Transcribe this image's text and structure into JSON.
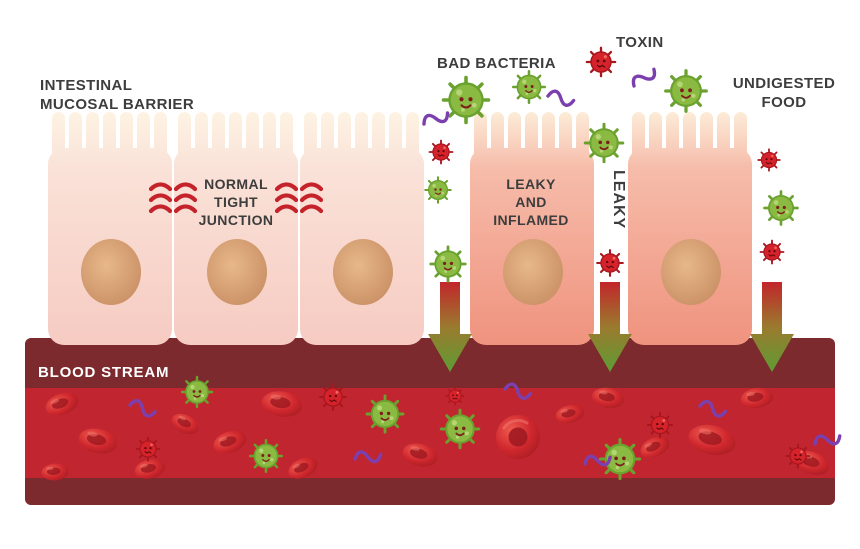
{
  "labels": {
    "intestinal": [
      "INTESTINAL",
      "MUCOSAL BARRIER"
    ],
    "normal_tight_junction": [
      "NORMAL",
      "TIGHT",
      "JUNCTION"
    ],
    "bad_bacteria": "BAD BACTERIA",
    "toxin": "TOXIN",
    "undigested_food": [
      "UNDIGESTED",
      "FOOD"
    ],
    "leaky_and_inflamed": [
      "LEAKY",
      "AND",
      "INFLAMED"
    ],
    "leaky_vertical": "LEAKY",
    "blood_stream": "BLOOD STREAM"
  },
  "icons": {
    "bacteria": "green spiked microbe with face",
    "toxin": "red spiked particle with face",
    "undigested_food": "purple squiggle",
    "red_blood_cell": "red biconcave disc",
    "tight_junction": "three red arcs",
    "permeation_arrow": "downward gradient arrow"
  },
  "colors": {
    "background": "#ffffff",
    "label_text": "#3d3d3d",
    "cell_normal": "#f6cbc2",
    "cell_inflamed": "#ef937e",
    "nucleus": "#c68b60",
    "tight_junction_red": "#c5232b",
    "bacteria_green": "#8aba41",
    "toxin_red": "#d6232b",
    "undigested_food_purple": "#7b3fae",
    "blood_vessel_dark": "#7d2a2e",
    "blood_red": "#c12630",
    "arrow_top_red": "#c2262b",
    "arrow_bottom_green": "#5f9c33"
  }
}
